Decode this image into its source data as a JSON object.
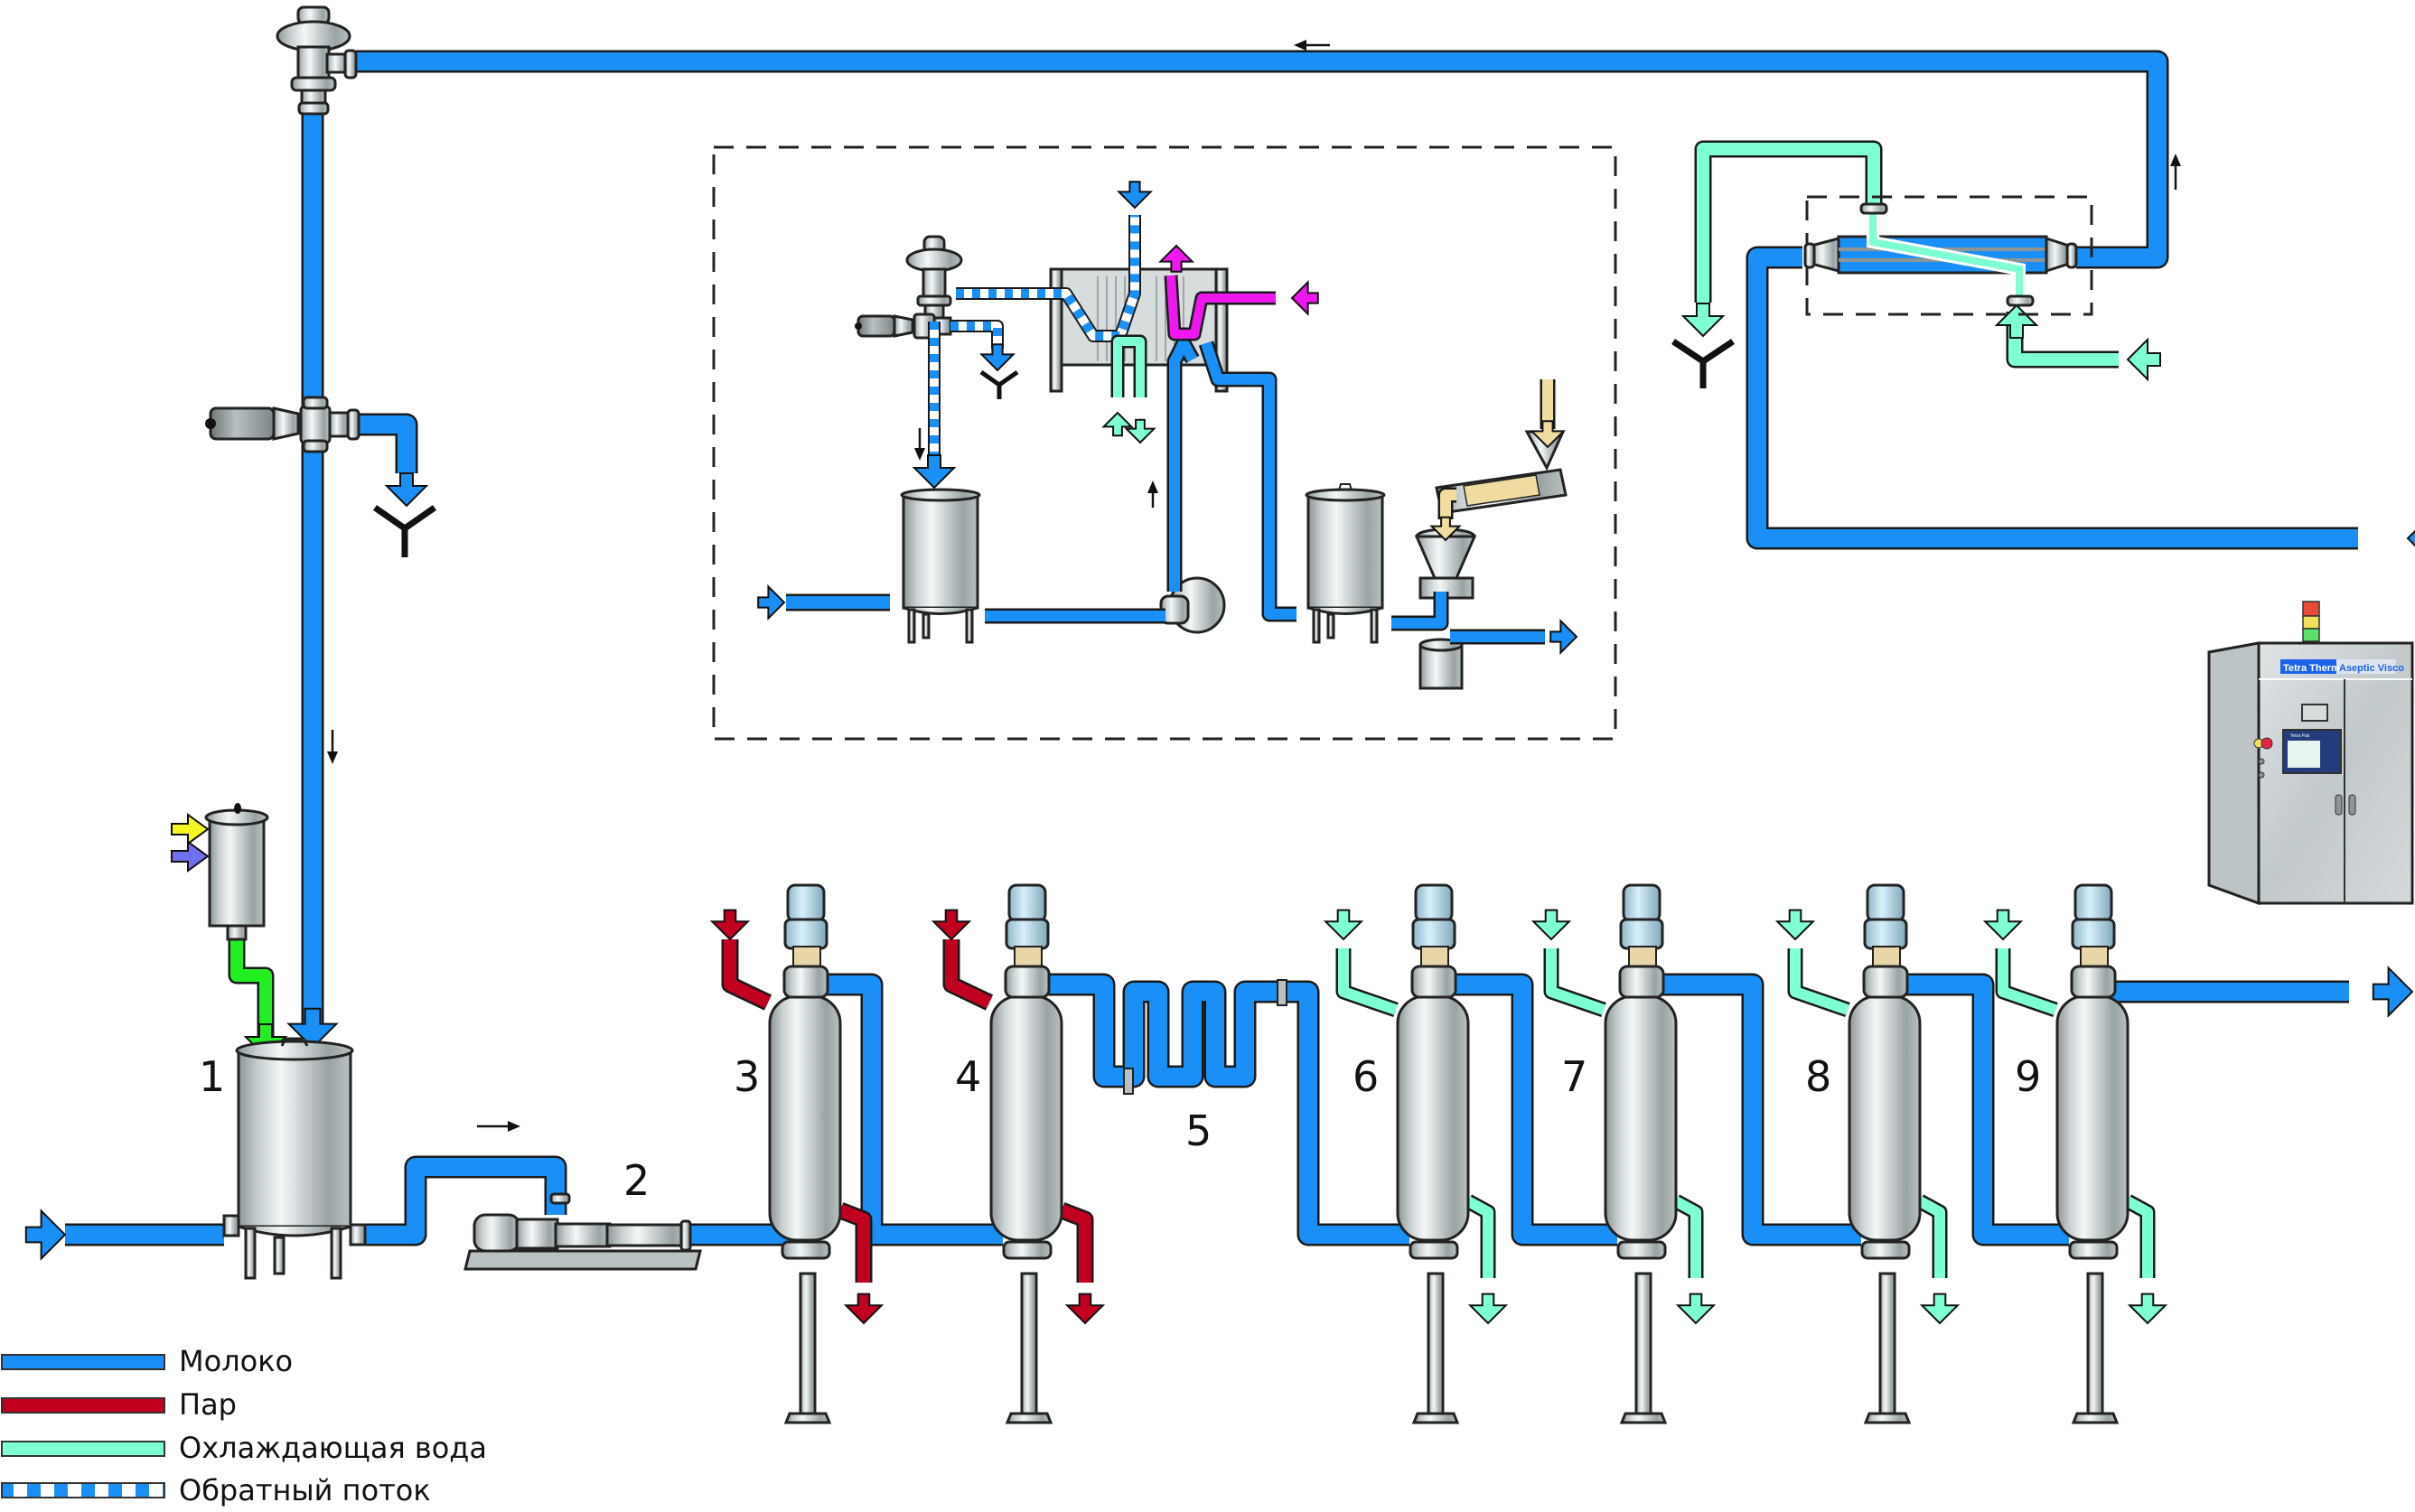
{
  "diagram": {
    "title": "",
    "colors": {
      "milk": "#1a8ff5",
      "steam": "#c0001e",
      "cooling_water": "#7fffd4",
      "return_flow_a": "#1a8ff5",
      "return_flow_b": "#ffffff",
      "ingredient_feed": "#f0dca0",
      "hot_water": "#ee18ee",
      "additive_green": "#22ee22",
      "additive_yellow": "#f5f522",
      "additive_purple": "#7070ee",
      "steel": "#c8cfd0"
    },
    "stations": [
      {
        "number": "1",
        "role": "buffer-tank"
      },
      {
        "number": "2",
        "role": "feed-pump"
      },
      {
        "number": "3",
        "role": "scraped-surface-heater",
        "medium": "steam"
      },
      {
        "number": "4",
        "role": "scraped-surface-heater",
        "medium": "steam"
      },
      {
        "number": "5",
        "role": "holding-tube"
      },
      {
        "number": "6",
        "role": "scraped-surface-cooler",
        "medium": "cooling-water"
      },
      {
        "number": "7",
        "role": "scraped-surface-cooler",
        "medium": "cooling-water"
      },
      {
        "number": "8",
        "role": "scraped-surface-cooler",
        "medium": "cooling-water"
      },
      {
        "number": "9",
        "role": "scraped-surface-cooler",
        "medium": "cooling-water"
      }
    ],
    "control_panel": {
      "brand_left": "Tetra Therm",
      "brand_right": "Aseptic Visco",
      "hmi_brand": "Tetra Pak"
    },
    "legend": [
      {
        "label": "Молоко",
        "style": "milk"
      },
      {
        "label": "Пар",
        "style": "steam"
      },
      {
        "label": "Охлаждающая вода",
        "style": "cooling_water"
      },
      {
        "label": "Обратный поток",
        "style": "return_flow"
      }
    ]
  }
}
